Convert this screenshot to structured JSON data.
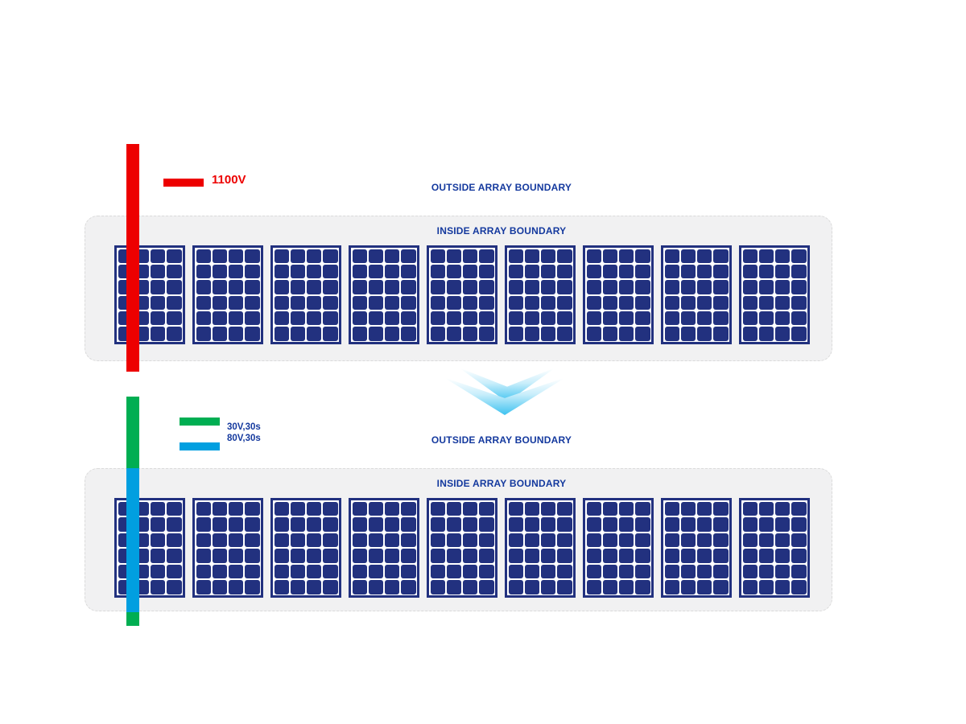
{
  "diagram": {
    "colors": {
      "red_1100v": "#ED0000",
      "green_30v": "#00AE52",
      "blue_80v": "#019FE0",
      "panel_navy": "#22317F",
      "label_blue": "#14399E",
      "box_background": "#F1F1F2",
      "box_dashed_border": "#DADADA",
      "arrow_blue": "#3DC2F0"
    },
    "sections": [
      {
        "id": "before",
        "outside_label": "OUTSIDE ARRAY BOUNDARY",
        "inside_label": "INSIDE ARRAY BOUNDARY",
        "legend": [
          {
            "label": "1100V",
            "color": "#ED0000"
          }
        ],
        "bar_segments": [
          {
            "color": "#ED0000",
            "region": "full-height"
          }
        ],
        "panels_per_row": 9,
        "panel_cells": {
          "cols": 4,
          "rows": 6
        }
      },
      {
        "id": "after",
        "outside_label": "OUTSIDE ARRAY BOUNDARY",
        "inside_label": "INSIDE ARRAY BOUNDARY",
        "legend": [
          {
            "label": "30V,30s",
            "color": "#00AE52"
          },
          {
            "label": "80V,30s",
            "color": "#019FE0"
          }
        ],
        "bar_segments": [
          {
            "color": "#00AE52",
            "region": "outside-above"
          },
          {
            "color": "#019FE0",
            "region": "inside"
          },
          {
            "color": "#00AE52",
            "region": "outside-below"
          }
        ],
        "panels_per_row": 9,
        "panel_cells": {
          "cols": 4,
          "rows": 6
        }
      }
    ]
  }
}
